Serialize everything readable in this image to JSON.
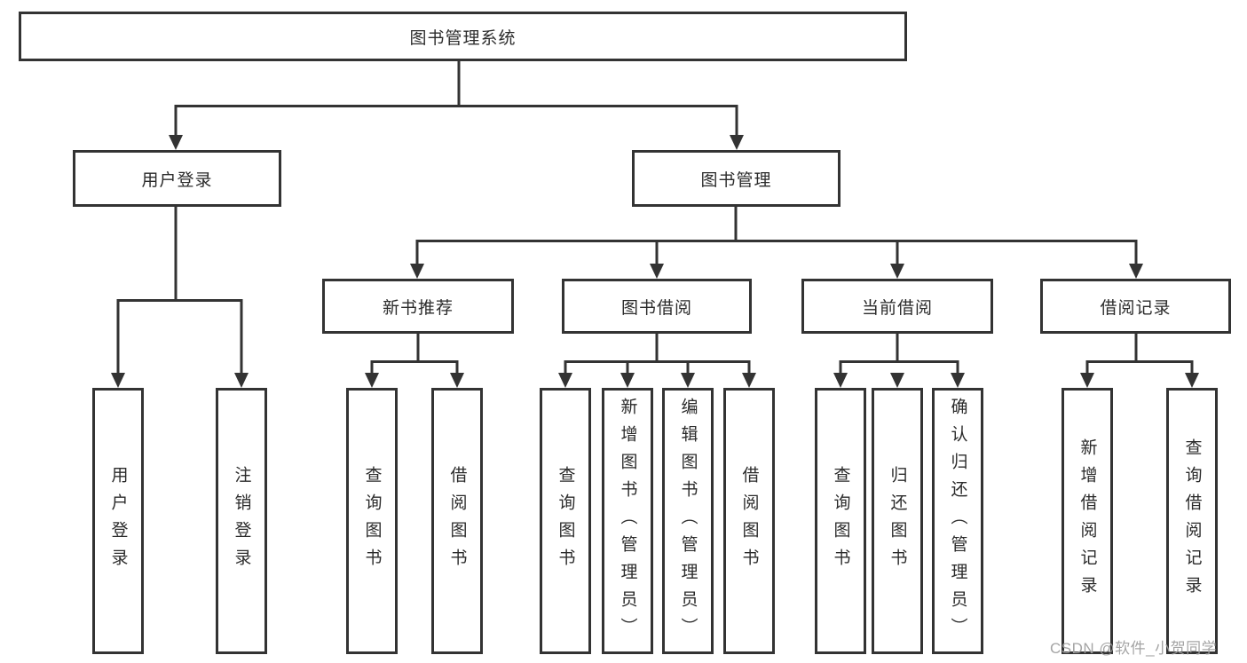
{
  "tree": {
    "root": "图书管理系统",
    "children": [
      {
        "label": "用户登录",
        "children": [
          "用户登录",
          "注销登录"
        ]
      },
      {
        "label": "图书管理",
        "children": [
          {
            "label": "新书推荐",
            "children": [
              "查询图书",
              "借阅图书"
            ]
          },
          {
            "label": "图书借阅",
            "children": [
              "查询图书",
              "新增图书（管理员）",
              "编辑图书（管理员）",
              "借阅图书"
            ]
          },
          {
            "label": "当前借阅",
            "children": [
              "查询图书",
              "归还图书",
              "确认归还（管理员）"
            ]
          },
          {
            "label": "借阅记录",
            "children": [
              "新增借阅记录",
              "查询借阅记录"
            ]
          }
        ]
      }
    ]
  },
  "watermark": "CSDN @软件_小贺同学",
  "colors": {
    "line": "#333333",
    "text": "#2b2b2b",
    "watermark": "#a0a0a0",
    "background": "#ffffff"
  }
}
